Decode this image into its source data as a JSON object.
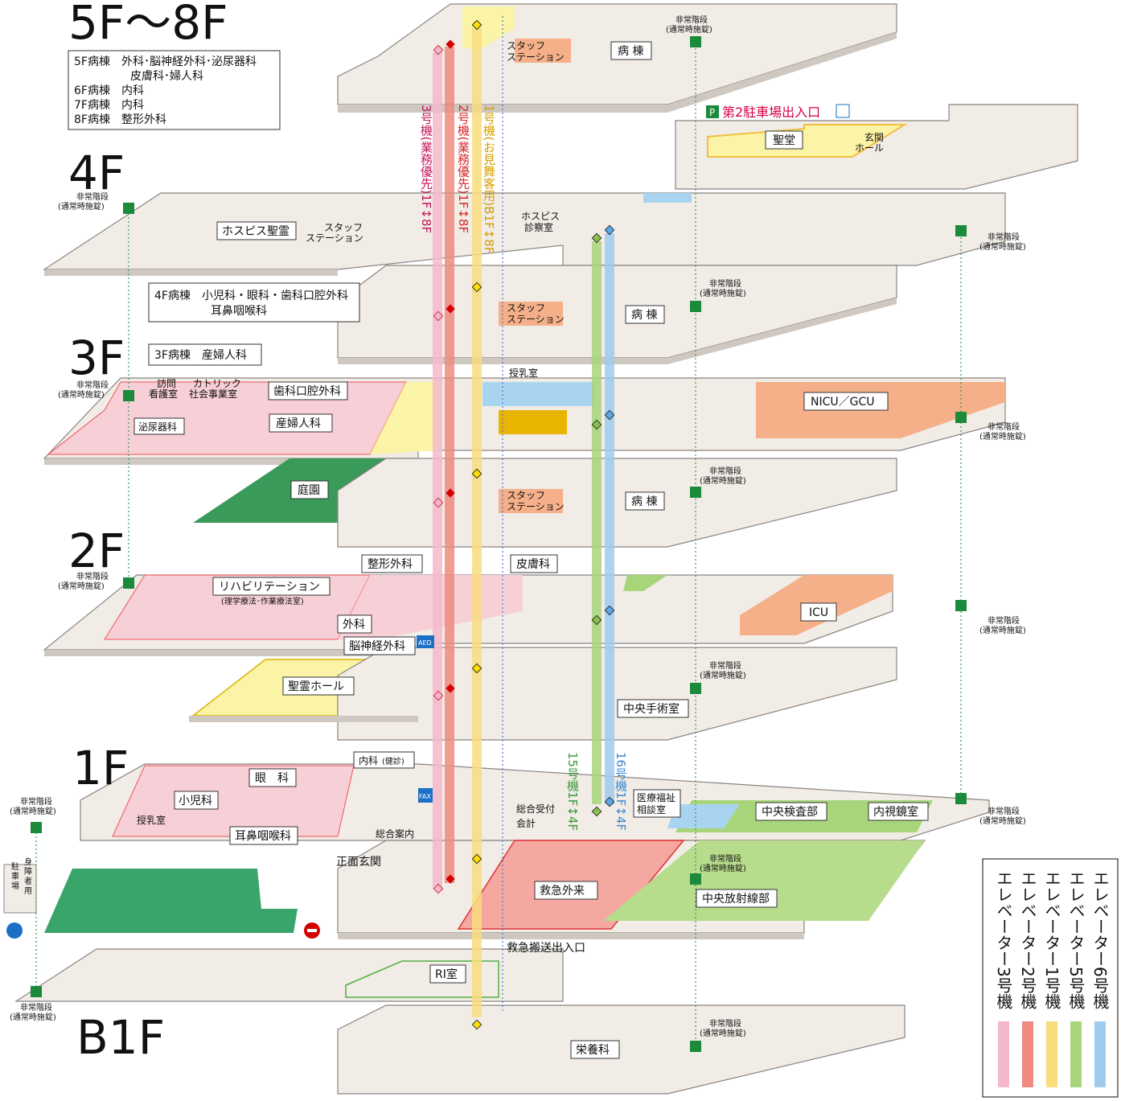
{
  "floors": {
    "f5_8": "5F～8F",
    "f4": "4F",
    "f3": "3F",
    "f2": "2F",
    "f1": "1F",
    "b1": "B1F"
  },
  "ward_info": {
    "upper": [
      "5F病棟　外科･脳神経外科･泌尿器科",
      "　　　　　皮膚科･婦人科",
      "6F病棟　内科",
      "7F病棟　内科",
      "8F病棟　整形外科"
    ],
    "f4": [
      "4F病棟　小児科・眼科・歯科口腔外科",
      "　　　　　耳鼻咽喉科"
    ],
    "f3": "3F病棟　産婦人科"
  },
  "emergency_stair": [
    "非常階段",
    "(通常時施錠)"
  ],
  "elevators_vertical": {
    "e3": "3号機(業務優先)1F↕8F",
    "e2": "2号機(業務優先)1F↕8F",
    "e1": "1号機(お見舞客用)B1F↕8F",
    "e5": "15号機1F↕4F",
    "e6": "16号機1F↕4F"
  },
  "rooms": {
    "upper": {
      "staff": [
        "スタッフ",
        "ステーション"
      ],
      "ward": "病 棟"
    },
    "parking2": "第2駐車場出入口",
    "chapel": "聖堂",
    "lobby": [
      "玄関",
      "ホール"
    ],
    "f4": {
      "hospice_spirit": "ホスピス聖霊",
      "staff_hospice": [
        "スタッフ",
        "ステーション"
      ],
      "hospice_clinic": [
        "ホスピス",
        "診察室"
      ],
      "staff": [
        "スタッフ",
        "ステーション"
      ],
      "ward": "病 棟"
    },
    "f3": {
      "nursing": [
        "訪問",
        "看護室"
      ],
      "catholic": [
        "カトリック",
        "社会事業室"
      ],
      "dental": "歯科口腔外科",
      "nursing_room": "授乳室",
      "nicu": "NICU／GCU",
      "urology": "泌尿器科",
      "obgyn": "産婦人科",
      "garden": "庭園",
      "staff": [
        "スタッフ",
        "ステーション"
      ],
      "ward": "病 棟"
    },
    "f2": {
      "ortho": "整形外科",
      "derm": "皮膚科",
      "rehab": "リハビリテーション",
      "rehab_sub": "(理学療法･作業療法室)",
      "surgery": "外科",
      "neuro": "脳神経外科",
      "icu": "ICU",
      "hall": "聖霊ホール",
      "operating": "中央手術室",
      "aed": "AED"
    },
    "f1": {
      "internal": "内科",
      "internal_sub": "(健診)",
      "eye": "眼　科",
      "pediatrics": "小児科",
      "nursing_room": "授乳室",
      "ent": "耳鼻咽喉科",
      "info": "総合案内",
      "reception": "総合受付",
      "cashier": "会計",
      "welfare": [
        "医療福祉",
        "相談室"
      ],
      "lab": "中央検査部",
      "endoscopy": "内視鏡室",
      "entrance": "正面玄関",
      "emergency": "救急外来",
      "radiology": "中央放射線部",
      "ambulance": "救急搬送出入口",
      "disabled_parking": [
        "身",
        "障",
        "者",
        "用"
      ],
      "disabled_parking2": [
        "駐",
        "車",
        "場"
      ],
      "fax": "FAX"
    },
    "b1": {
      "ri": "RI室",
      "nutrition": "栄養科"
    }
  },
  "legend": {
    "items": [
      {
        "label": "エレベーター3号機",
        "color": "#f4b8cb"
      },
      {
        "label": "エレベーター2号機",
        "color": "#ee8a7e"
      },
      {
        "label": "エレベーター1号機",
        "color": "#f9dc7c"
      },
      {
        "label": "エレベーター5号機",
        "color": "#a8d57a"
      },
      {
        "label": "エレベーター6号機",
        "color": "#9fcbef"
      }
    ]
  },
  "colors": {
    "floor_base": "#f1ece6",
    "floor_edge": "#8a8480",
    "pink": "#f7cfd6",
    "salmon": "#f5b08a",
    "yellow": "#fbf3a5",
    "green_garden": "#3a9a5a",
    "green_light": "#b7dc8c",
    "blue_light": "#a9d4f0",
    "orange": "#f1a94a"
  }
}
